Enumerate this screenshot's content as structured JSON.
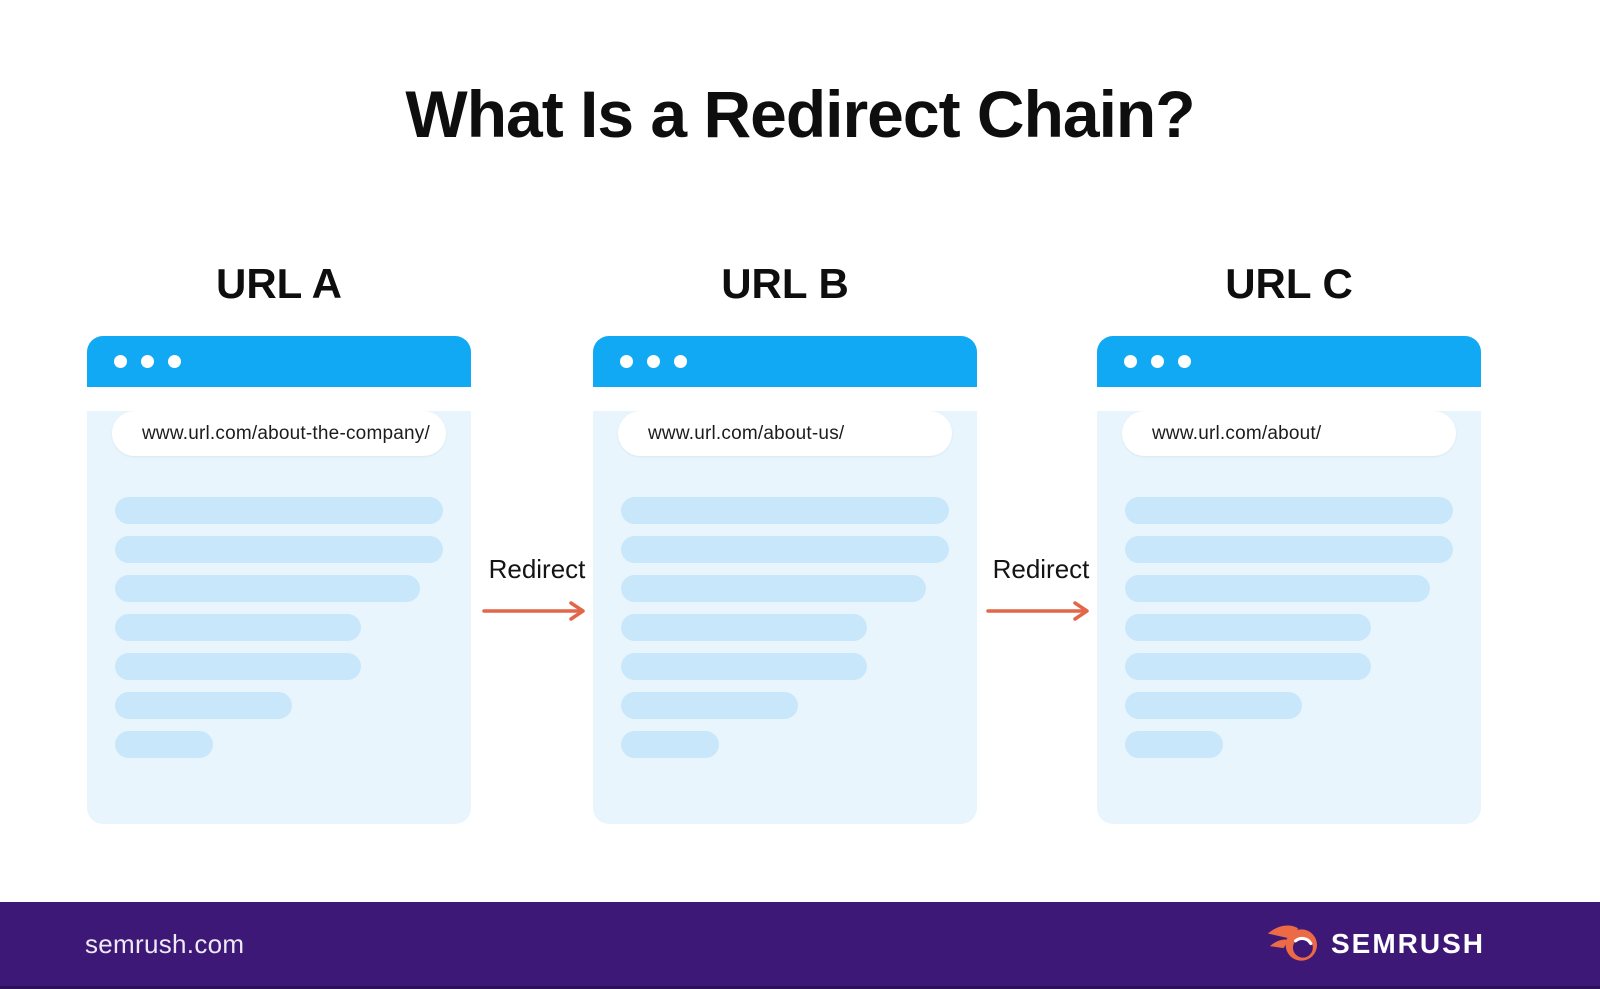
{
  "title": "What Is a Redirect Chain?",
  "browsers": [
    {
      "label": "URL A",
      "url": "www.url.com/about-the-company/"
    },
    {
      "label": "URL B",
      "url": "www.url.com/about-us/"
    },
    {
      "label": "URL C",
      "url": "www.url.com/about/"
    }
  ],
  "connectors": [
    {
      "label": "Redirect"
    },
    {
      "label": "Redirect"
    }
  ],
  "footer": {
    "site": "semrush.com",
    "brand_name": "SEMRUSH"
  },
  "icons": {
    "window_dots": "browser-window-dots",
    "redirect_arrow": "right-arrow",
    "brand_logo": "semrush-flame-icon"
  },
  "colors": {
    "browser_bar_blue": "#12A9F4",
    "card_body_blue": "#E9F5FC",
    "skeleton_blue": "#C9E7FA",
    "arrow_orange": "#E2674A",
    "footer_purple": "#3E1877",
    "text_black": "#0E0E0E"
  }
}
